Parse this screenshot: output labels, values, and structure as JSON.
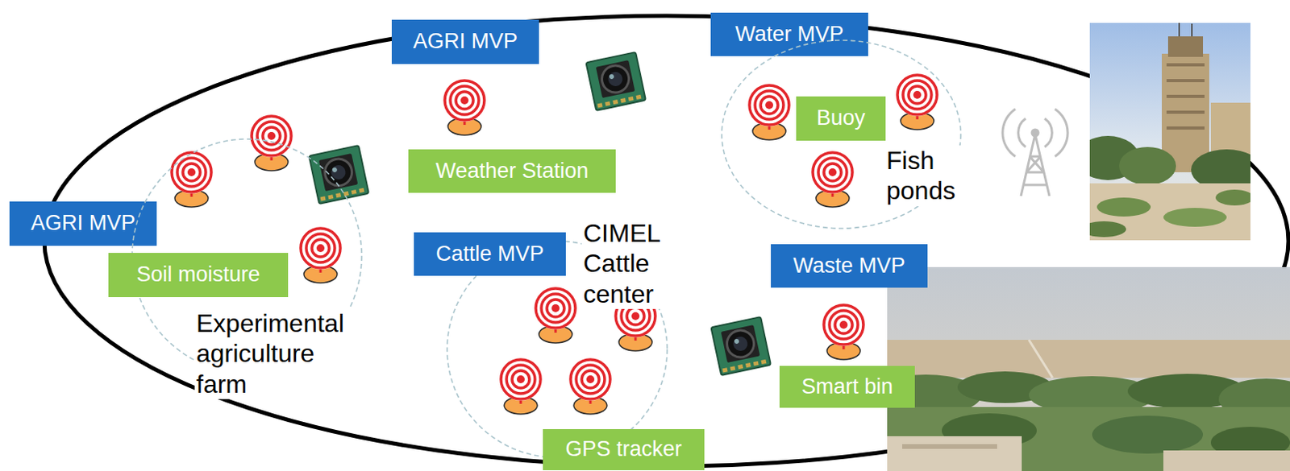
{
  "diagram": {
    "nodes": [
      {
        "text": [
          "AGRI MVP"
        ]
      },
      {
        "text": [
          "Water MVP"
        ]
      },
      {
        "text": [
          "Weather Station"
        ]
      },
      {
        "text": [
          "Fish ponds"
        ]
      },
      {
        "text": [
          "Buoy"
        ],
        "in": 3
      },
      {
        "text": [
          "AGRI MVP"
        ]
      },
      {
        "text": [
          "Experimental agriculture farm"
        ]
      },
      {
        "text": [
          "Soil moisture"
        ],
        "in": 6
      },
      {
        "text": [
          "CIMEL Cattle center"
        ]
      },
      {
        "text": [
          "Cattle MVP"
        ]
      },
      {
        "text": [
          "Waste MVP"
        ]
      },
      {
        "text": [
          "Smart bin"
        ]
      },
      {
        "text": [
          "GPS tracker"
        ]
      }
    ]
  }
}
